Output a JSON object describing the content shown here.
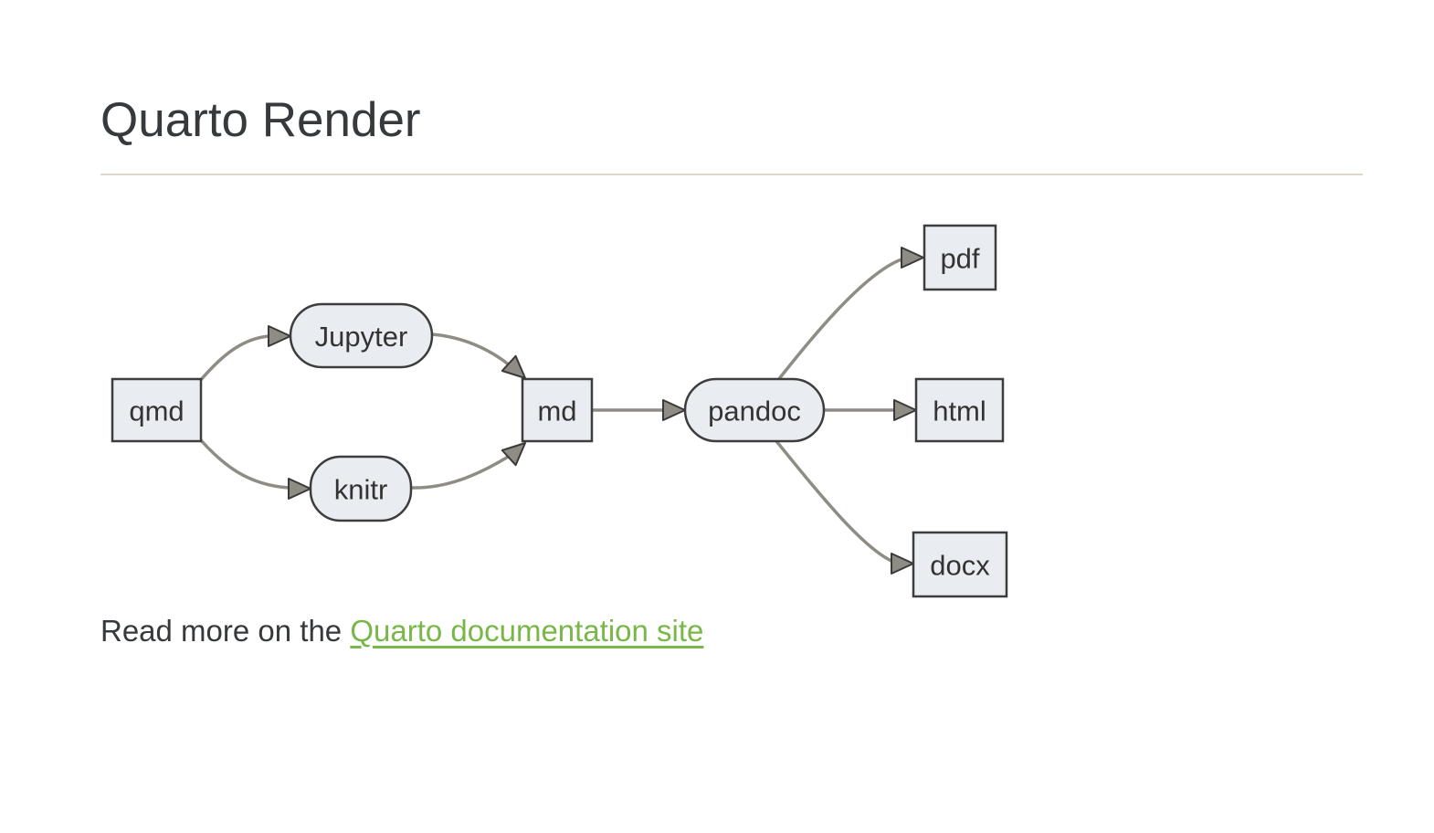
{
  "page": {
    "title": "Quarto Render",
    "footer": {
      "prefix": "Read more on the ",
      "link_label": "Quarto documentation site"
    }
  },
  "diagram": {
    "type": "flowchart",
    "direction": "left-to-right",
    "nodes": [
      {
        "id": "qmd",
        "label": "qmd",
        "shape": "rect"
      },
      {
        "id": "jupyter",
        "label": "Jupyter",
        "shape": "stadium"
      },
      {
        "id": "knitr",
        "label": "knitr",
        "shape": "stadium"
      },
      {
        "id": "md",
        "label": "md",
        "shape": "rect"
      },
      {
        "id": "pandoc",
        "label": "pandoc",
        "shape": "stadium"
      },
      {
        "id": "pdf",
        "label": "pdf",
        "shape": "rect"
      },
      {
        "id": "html",
        "label": "html",
        "shape": "rect"
      },
      {
        "id": "docx",
        "label": "docx",
        "shape": "rect"
      }
    ],
    "edges": [
      {
        "from": "qmd",
        "to": "jupyter"
      },
      {
        "from": "qmd",
        "to": "knitr"
      },
      {
        "from": "jupyter",
        "to": "md"
      },
      {
        "from": "knitr",
        "to": "md"
      },
      {
        "from": "md",
        "to": "pandoc"
      },
      {
        "from": "pandoc",
        "to": "pdf"
      },
      {
        "from": "pandoc",
        "to": "html"
      },
      {
        "from": "pandoc",
        "to": "docx"
      }
    ],
    "colors": {
      "node_fill": "#e9edf1",
      "node_border": "#3d3d3d",
      "edge": "#8e8c84",
      "node_text": "#333333",
      "heading_text": "#373a3c",
      "link": "#78b748",
      "divider": "#ded8cc"
    }
  }
}
